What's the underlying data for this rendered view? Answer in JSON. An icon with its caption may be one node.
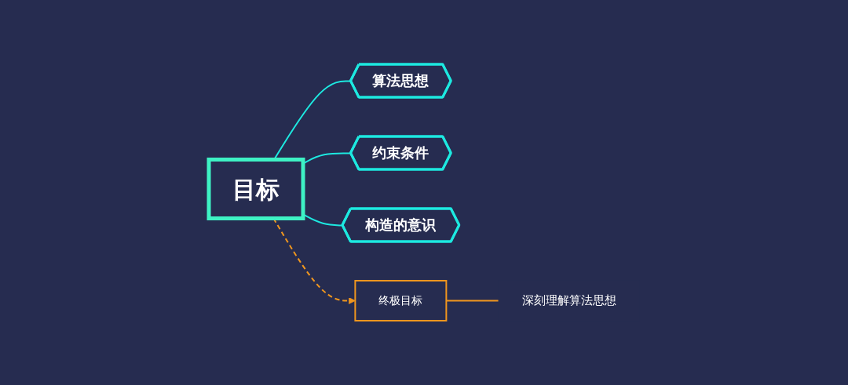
{
  "diagram": {
    "nodes": [
      {
        "text": [
          "目标"
        ]
      },
      {
        "text": [
          "算法思想"
        ]
      },
      {
        "text": [
          "约束条件"
        ]
      },
      {
        "text": [
          "构造的意识"
        ]
      },
      {
        "text": [
          "终极目标"
        ]
      },
      {
        "text": [
          "深刻理解算法思想"
        ]
      }
    ],
    "edges": [
      {
        "from": 0,
        "to": 1,
        "arrow": "none"
      },
      {
        "from": 0,
        "to": 2,
        "arrow": "none"
      },
      {
        "from": 0,
        "to": 3,
        "arrow": "none"
      },
      {
        "from": 0,
        "to": 4,
        "arrow": "to",
        "style": "dashed",
        "color": "#f0961e"
      },
      {
        "from": 4,
        "to": 5,
        "arrow": "none",
        "color": "#f0961e"
      }
    ]
  }
}
